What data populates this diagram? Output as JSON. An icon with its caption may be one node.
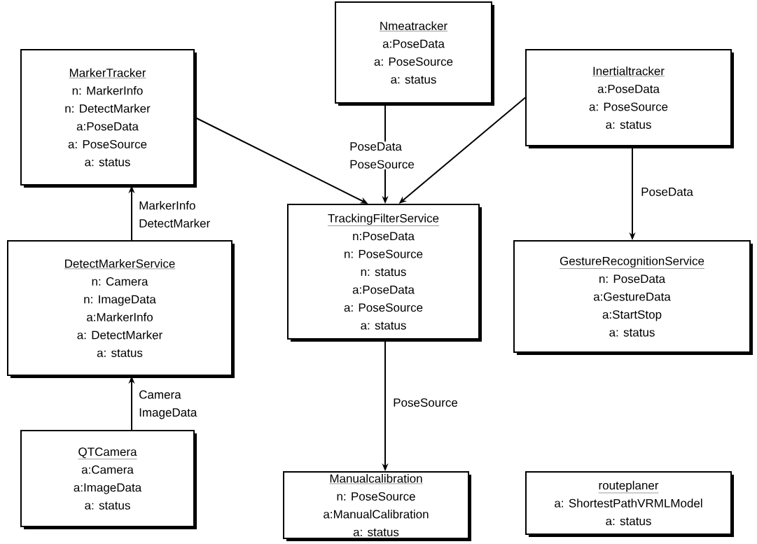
{
  "diagram": {
    "nodes": [
      {
        "text": [
          "MarkerTracker",
          "n: MarkerInfo",
          "n: DetectMarker",
          "a:PoseData",
          "a: PoseSource",
          "a: status"
        ]
      },
      {
        "text": [
          "Nmeatracker",
          "a:PoseData",
          "a: PoseSource",
          "a: status"
        ]
      },
      {
        "text": [
          "Inertialtracker",
          "a:PoseData",
          "a: PoseSource",
          "a: status"
        ]
      },
      {
        "text": [
          "DetectMarkerService",
          "n: Camera",
          "n: ImageData",
          "a:MarkerInfo",
          "a: DetectMarker",
          "a: status"
        ]
      },
      {
        "text": [
          "TrackingFilterService",
          "n:PoseData",
          "n: PoseSource",
          "n: status",
          "a:PoseData",
          "a: PoseSource",
          "a: status"
        ]
      },
      {
        "text": [
          "GestureRecognitionService",
          "n: PoseData",
          "a:GestureData",
          "a:StartStop",
          "a: status"
        ]
      },
      {
        "text": [
          "QTCamera",
          "a:Camera",
          "a:ImageData",
          "a: status"
        ]
      },
      {
        "text": [
          "Manualcalibration",
          "n: PoseSource",
          "a:ManualCalibration",
          "a: status"
        ]
      },
      {
        "text": [
          "routeplaner",
          "a: ShortestPathVRMLModel",
          "a: status"
        ]
      }
    ],
    "edges": [
      {
        "from": 0,
        "to": 4,
        "arrow": "to"
      },
      {
        "from": 1,
        "to": 4,
        "arrow": "to",
        "label": "PoseData PoseSource"
      },
      {
        "from": 2,
        "to": 4,
        "arrow": "to"
      },
      {
        "from": 3,
        "to": 0,
        "arrow": "to",
        "label": "MarkerInfo DetectMarker"
      },
      {
        "from": 6,
        "to": 3,
        "arrow": "to",
        "label": "Camera ImageData"
      },
      {
        "from": 2,
        "to": 5,
        "arrow": "to",
        "label": "PoseData"
      },
      {
        "from": 4,
        "to": 7,
        "arrow": "to",
        "label": "PoseSource"
      }
    ]
  }
}
